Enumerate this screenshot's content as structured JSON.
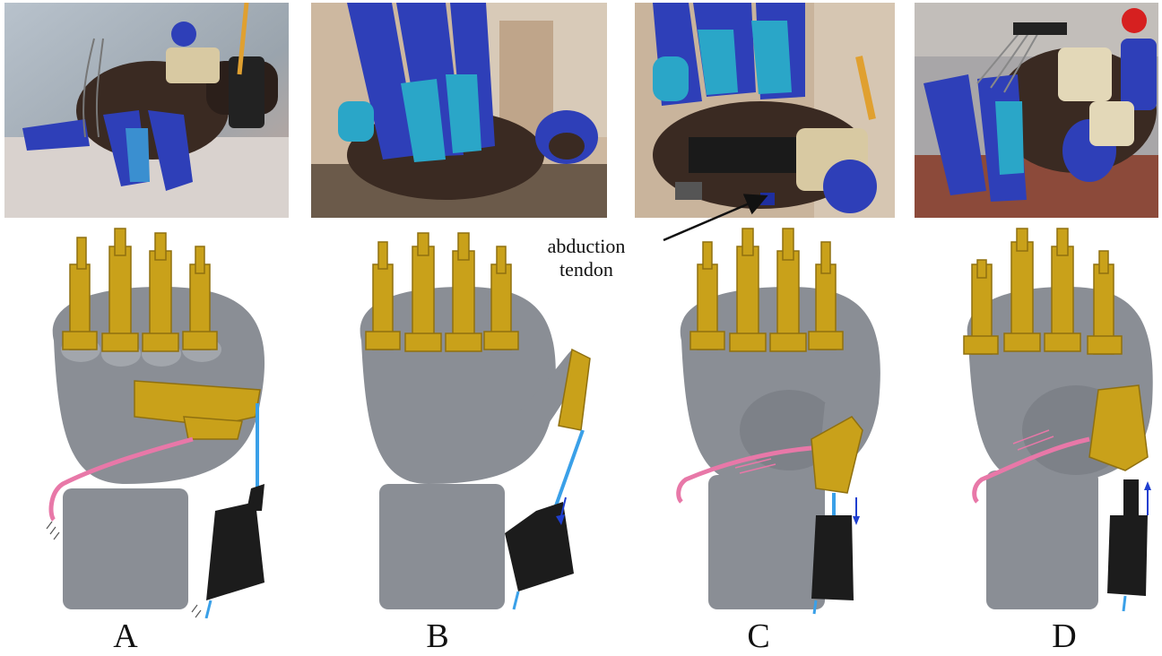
{
  "panels": [
    {
      "label": "A"
    },
    {
      "label": "B"
    },
    {
      "label": "C"
    },
    {
      "label": "D"
    }
  ],
  "annotation": {
    "line1": "abduction",
    "line2": "tendon"
  },
  "colors": {
    "hand_gray": "#8a8e95",
    "hand_dark": "#6b6f76",
    "exo_gold": "#c9a11a",
    "exo_gold_dark": "#8f7010",
    "tendon_pink": "#e878a8",
    "tendon_blue": "#3aa0e8",
    "motor_black": "#1c1c1c",
    "arrow_blue": "#1f3fd0",
    "strap_blue": "#2e3fb8",
    "skin_dark": "#3a2a22"
  }
}
